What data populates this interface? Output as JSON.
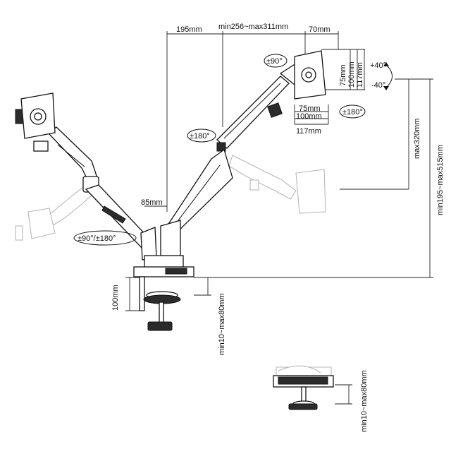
{
  "dimensions": {
    "top_left_offset": "195mm",
    "top_span": "min256~max311mm",
    "top_right_offset": "70mm",
    "center_post": "85mm",
    "clamp_height": "100mm",
    "clamp_range_main": "min10~max80mm",
    "clamp_range_detail": "min10~max80mm",
    "vertical_adjust": "max320mm",
    "total_height": "min195~max515mm",
    "vesa_h_75": "75mm",
    "vesa_h_100": "100mm",
    "vesa_h_117": "117mm",
    "vesa_v_75": "75mm",
    "vesa_v_100": "100mm",
    "vesa_v_117": "117mm"
  },
  "rotations": {
    "tilt_up": "+40°",
    "tilt_down": "-40°",
    "head_rotate_top": "±90°",
    "head_rotate_side": "±180°",
    "arm_rotate": "±180°",
    "base_rotate": "±90°/±180°"
  }
}
